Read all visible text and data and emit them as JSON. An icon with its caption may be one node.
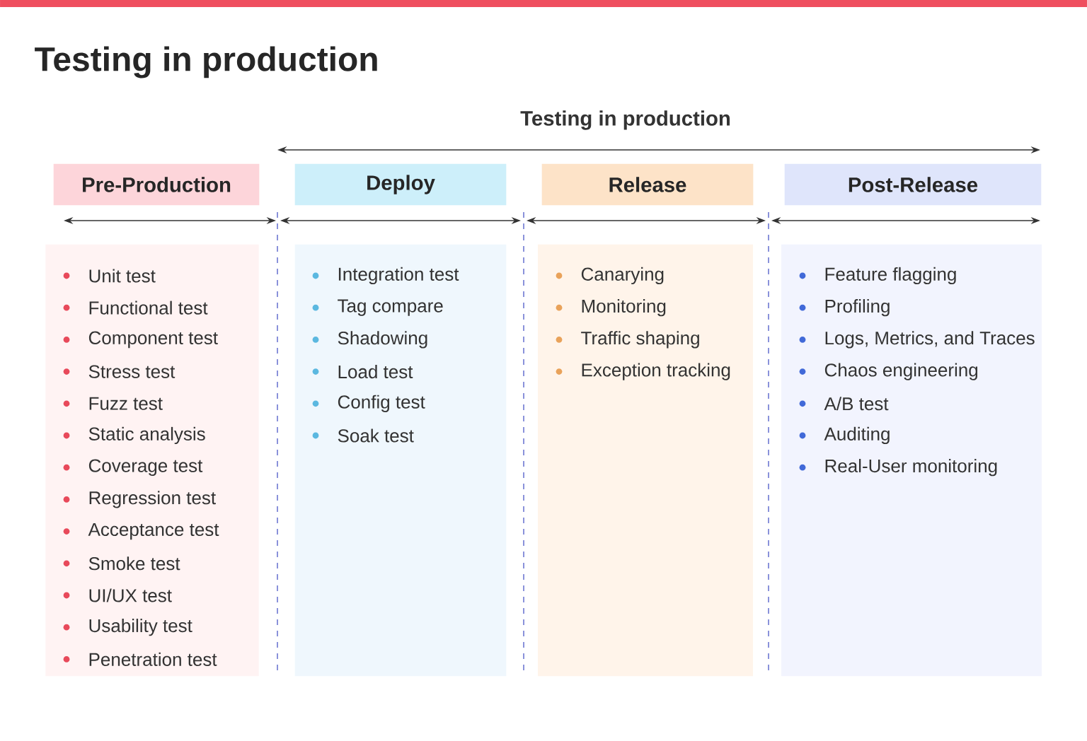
{
  "diagram": {
    "title": "Testing in production",
    "nodes": [
      {
        "text": [
          "Pre-Production"
        ]
      },
      {
        "text": [
          "Deploy"
        ]
      },
      {
        "text": [
          "Release"
        ]
      },
      {
        "text": [
          "Post-Release"
        ]
      },
      {
        "text": [
          "Unit test",
          "Functional test",
          "Component test",
          "Stress test",
          "Fuzz test",
          "Static analysis",
          "Coverage test",
          "Regression test",
          "Acceptance test",
          "Smoke test",
          "UI/UX test",
          "Usability test",
          "Penetration test"
        ]
      },
      {
        "text": [
          "Integration test",
          "Tag compare",
          "Shadowing",
          "Load test",
          "Config test",
          "Soak test"
        ]
      },
      {
        "text": [
          "Canarying",
          "Monitoring",
          "Traffic shaping",
          "Exception tracking"
        ]
      },
      {
        "text": [
          "Feature flagging",
          "Profiling",
          "Logs, Metrics, and Traces",
          "Chaos engineering",
          "A/B test",
          "Auditing",
          "Real-User monitoring"
        ]
      }
    ],
    "labels": [
      "Testing in production"
    ]
  }
}
